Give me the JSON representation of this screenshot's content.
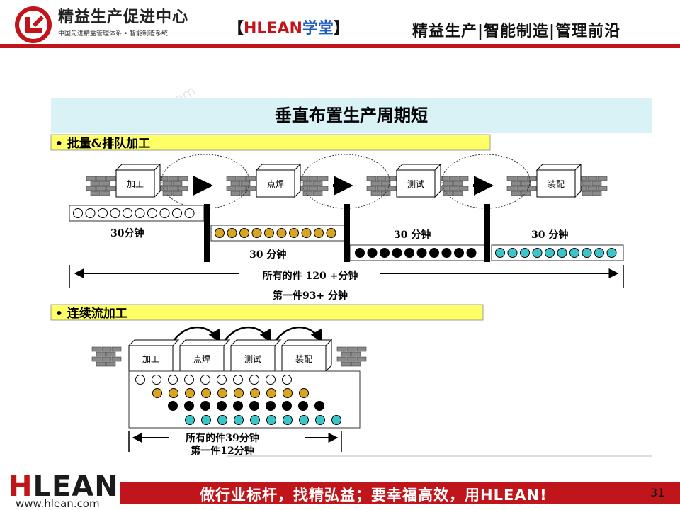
{
  "header": {
    "org_name": "精益生产促进中心",
    "org_subtitle": "中国先进精益管理体系 • 智能制造系统",
    "brand_bracket_open": "【",
    "brand_hlean": "HLEAN",
    "brand_xuetang": "学堂",
    "brand_bracket_close": "】",
    "tagline": "精益生产|智能制造|管理前沿"
  },
  "watermark": "om",
  "slide": {
    "title": "垂直布置生产周期短",
    "section_batch": "• 批量&排队加工",
    "section_flow": "• 连续流加工",
    "stations": [
      "加工",
      "点焊",
      "测试",
      "装配"
    ],
    "batch_durations": [
      "30分钟",
      "30 分钟",
      "30 分钟",
      "30 分钟"
    ],
    "batch_total": "所有的件 120 +分钟",
    "batch_first": "第一件93+ 分钟",
    "flow_total": "所有的件39分钟",
    "flow_first": "第一件12分钟"
  },
  "colors": {
    "red": "#c0151b",
    "yellow_band": "#ffff66",
    "title_band": "#d8f2f6",
    "gold_part": "#d9a520",
    "teal_part": "#3cc5c9",
    "black_part": "#000000",
    "white_part": "#ffffff"
  },
  "footer": {
    "logo_h": "H",
    "logo_rest": "LEAN",
    "url": "www.hlean.com",
    "slogan": "做行业标杆，找精弘益；要幸福高效，用HLEAN!",
    "page_number": "31"
  }
}
